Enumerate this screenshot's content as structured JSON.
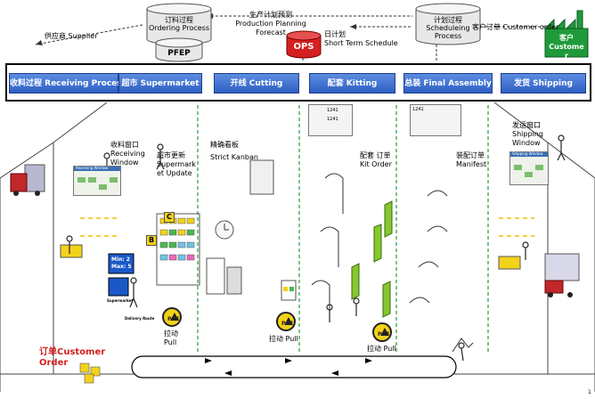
{
  "top": {
    "ordering_process": "订料过程\nOrdering Process",
    "scheduling_process": "计划过程\nScheduleing\nProcess",
    "supplier_label": "供应商 Supplier",
    "customer_order_label": "客户订单 Customer order",
    "production_forecast": "生产计划预测\nProduction Planning\nForecast",
    "pfep": "PFEP",
    "ops": "OPS",
    "short_term_schedule": "日计划\nShort Term Schedule",
    "customer": "客户\nCustome\nr"
  },
  "processes": [
    "收料过程 Receiving Process",
    "超市 Supermarket",
    "开线 Cutting",
    "配套 Kitting",
    "总装 Final Assembly",
    "发货 Shipping"
  ],
  "floor": {
    "receiving_window": "收料窗口\nReceiving\nWindow",
    "supermarket_update": "超市更新\nSupermark\net Update",
    "strict_kanban": "精确看板\nStrict Kanban",
    "kit_order": "配套 订单\nKit Order",
    "manifest": "装配订单\nManifest",
    "shipping_window": "发运窗口\nShipping\nWindow",
    "min_max": "Min: 2\nMax: 5",
    "shelf_c": "C",
    "shelf_b": "B",
    "pull1": "拉动\nPull",
    "pull2": "拉动 Pull",
    "pull3": "拉动 Pull",
    "pull_icon_text": "Pull",
    "customer_order": "订单Customer\nOrder",
    "page_number": "1",
    "receiving_screen_title": "Receiving Window",
    "shipping_screen_title": "Shipping Window",
    "kit_slip_a": "1241",
    "kit_slip_b": "1241",
    "supermarket_small": "Supermarket",
    "delivery_route": "Delivery Route"
  },
  "colors": {
    "process_blue": "#2f5fc4",
    "ops_red": "#d42020",
    "pull_yellow": "#f3d21a",
    "truck_red": "#c0282a",
    "customer_green": "#1f9a3a",
    "divider_green": "#2a9a3a",
    "order_red": "#d42020"
  }
}
